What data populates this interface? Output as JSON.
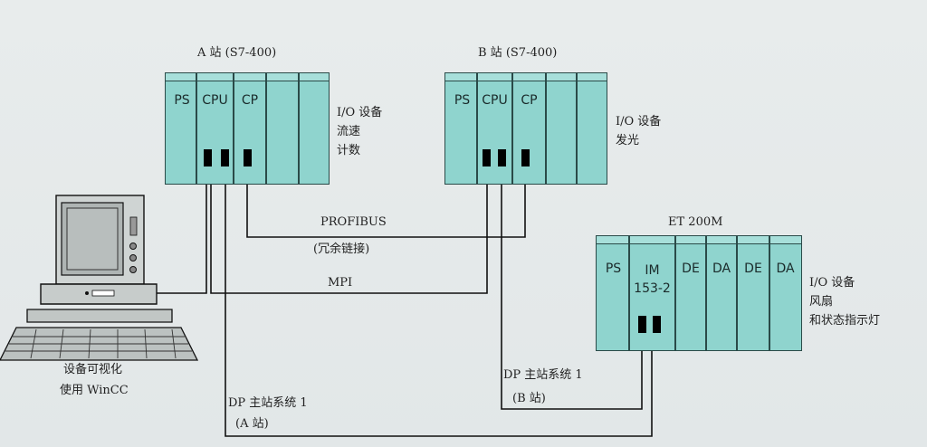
{
  "stations": {
    "a": {
      "title": "A 站 (S7-400)",
      "slots": [
        "PS",
        "CPU",
        "CP"
      ],
      "io_lines": [
        "I/O 设备",
        "流速",
        "计数"
      ]
    },
    "b": {
      "title": "B 站 (S7-400)",
      "slots": [
        "PS",
        "CPU",
        "CP"
      ],
      "io_lines": [
        "I/O 设备",
        "发光"
      ]
    },
    "et": {
      "title": "ET 200M",
      "slots": [
        "PS",
        "IM\n153-2",
        "DE",
        "DA",
        "DE",
        "DA"
      ],
      "io_lines": [
        "I/O 设备",
        "风扇",
        "和状态指示灯"
      ]
    }
  },
  "links": {
    "profibus": "PROFIBUS",
    "redundant": "(冗余链接)",
    "mpi": "MPI",
    "dp_b_1": "DP 主站系统 1",
    "dp_b_2": "(B 站)",
    "dp_a_1": "DP 主站系统 1",
    "dp_a_2": "(A 站)"
  },
  "pc": {
    "line1": "设备可视化",
    "line2": "使用 WinCC"
  },
  "colors": {
    "module": "#8fd4ce",
    "outline": "#2a4a48",
    "wire": "#111111"
  }
}
